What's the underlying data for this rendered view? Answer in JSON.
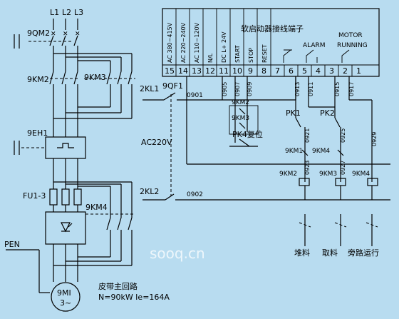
{
  "supply": {
    "l1": "L1",
    "l2": "L2",
    "l3": "L3"
  },
  "breakers": {
    "main": "9QM2",
    "control1": "2KL1",
    "control2": "2KL2",
    "fuse_switch": "9QF1"
  },
  "contactors": {
    "km2": "9KM2",
    "km3": "9KM3",
    "km4": "9KM4",
    "km1": "9KM1"
  },
  "relay_eh": "9EH1",
  "fuses": "FU1-3",
  "pen": "PEN",
  "motor": {
    "id": "9MI",
    "phase": "3~"
  },
  "supply_voltage": "AC220V",
  "wires": {
    "w0901": "0901",
    "w0902": "0902",
    "w0905": "0905",
    "w0907": "0907",
    "w0909": "0909",
    "w0913": "0913",
    "w0911": "0911",
    "w0915": "0915",
    "w0917": "0917",
    "w0921": "0921",
    "w0925": "0925",
    "w0923": "0923",
    "w0927": "0927",
    "w0929": "0929"
  },
  "terminal_block": {
    "title": "软启动器接线端子",
    "alarm": "ALARM",
    "motor_running": "MOTOR RUNNING",
    "labels": [
      "AC 380~415V",
      "AC 220~240V",
      "AC 110~120V",
      "N/L",
      "DC L+ 24V",
      "START",
      "STOP",
      "RESET"
    ],
    "numbers": [
      "15",
      "14",
      "13",
      "12",
      "11",
      "10",
      "9",
      "8",
      "7",
      "6",
      "5",
      "4",
      "3",
      "2",
      "1"
    ]
  },
  "relays": {
    "pk1": "PK1",
    "pk2": "PK2",
    "pk4": "PK4复位"
  },
  "functions": {
    "stack": "堆料",
    "reclaim": "取料",
    "bypass": "旁路运行"
  },
  "caption": {
    "title": "皮带主回路",
    "specs": "N=90kW Ie=164A"
  },
  "watermark": "soоq.cn"
}
